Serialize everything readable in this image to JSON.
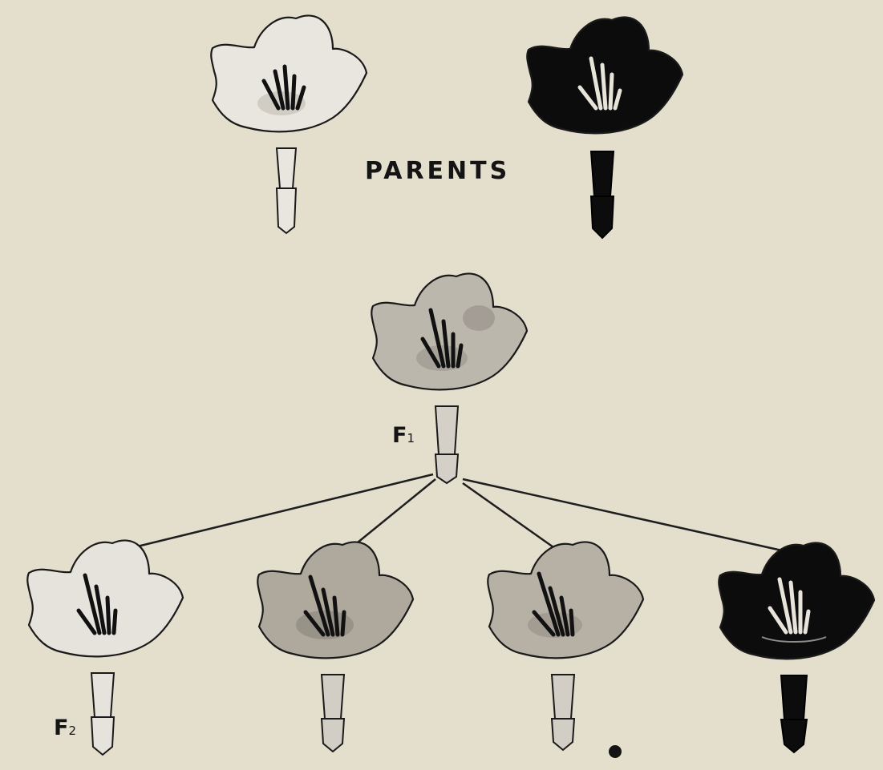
{
  "labels": {
    "parents": "PARENTS",
    "f1_letter": "F",
    "f1_number": "1",
    "f2_letter": "F",
    "f2_number": "2"
  },
  "colors": {
    "background": "#e4dfcc",
    "ink": "#141414"
  },
  "flowers": [
    {
      "name": "parent-white",
      "shade": "#e9e6e0"
    },
    {
      "name": "parent-dark",
      "shade": "#0c0c0c"
    },
    {
      "name": "f1-hybrid",
      "shade": "#bcb7ad"
    },
    {
      "name": "f2-white",
      "shade": "#e6e3dd"
    },
    {
      "name": "f2-medium-a",
      "shade": "#aea89d"
    },
    {
      "name": "f2-medium-b",
      "shade": "#b6b0a5"
    },
    {
      "name": "f2-dark",
      "shade": "#0c0c0c"
    }
  ]
}
